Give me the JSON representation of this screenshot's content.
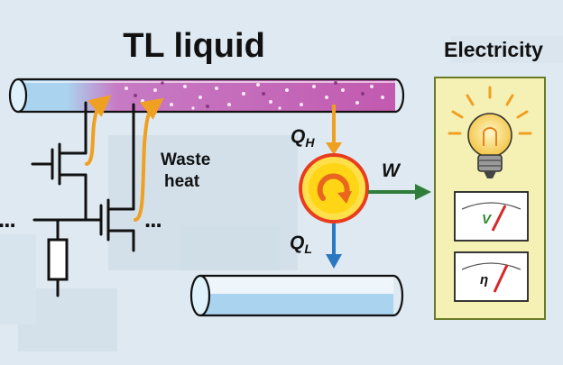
{
  "diagram": {
    "title": "TL liquid",
    "waste_heat_lines": [
      "Waste",
      "heat"
    ],
    "q_high": {
      "symbol": "Q",
      "subscript": "H"
    },
    "q_low": {
      "symbol": "Q",
      "subscript": "L"
    },
    "work_symbol": "W",
    "electricity_label": "Electricity",
    "voltage_symbol": "V",
    "efficiency_symbol": "η",
    "ellipsis": "...",
    "colors": {
      "background": "#dfe9f1",
      "hot_liquid": "#c25ab0",
      "cold_liquid": "#a9d3ee",
      "heat_arrow": "#f0a020",
      "cold_arrow": "#2a78c0",
      "work_arrow": "#2f7d3a",
      "engine_fill": "#ffd700",
      "engine_ring": "#e83c20",
      "panel_fill": "#f5f0b4",
      "panel_border": "#6a7a28",
      "meter_needle": "#d62828",
      "voltage_text": "#2e8b30"
    },
    "icons": [
      "light-bulb-icon",
      "cycle-arrow-icon",
      "voltmeter-icon",
      "efficiency-meter-icon",
      "transistor-icon",
      "resistor-icon"
    ]
  }
}
